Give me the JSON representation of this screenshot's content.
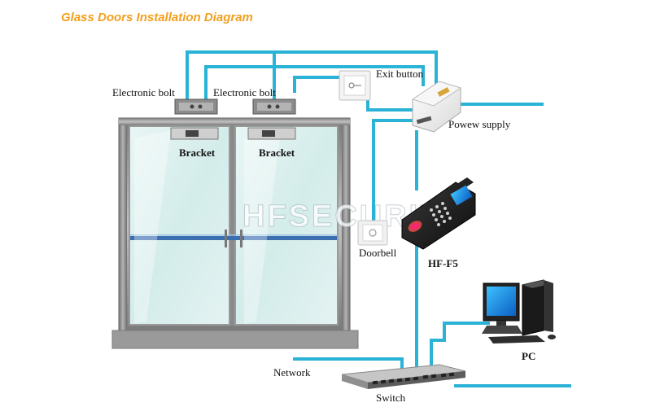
{
  "title": "Glass Doors Installation Diagram",
  "labels": {
    "electronic_bolt_left": "Electronic bolt",
    "electronic_bolt_right": "Electronic bolt",
    "bracket_left": "Bracket",
    "bracket_right": "Bracket",
    "exit_button": "Exit button",
    "power_supply": "Powew supply",
    "doorbell": "Doorbell",
    "device": "HF-F5",
    "pc": "PC",
    "network": "Network",
    "switch": "Switch"
  },
  "watermark": "HFSECURITY",
  "colors": {
    "wire": "#2ab3d6",
    "title": "#f2a01e",
    "frame": "#8c8c8c",
    "glass": "#dcefee",
    "handle_bar": "#3b6fb0"
  },
  "icons": {
    "exit_button": "exit-button-icon",
    "power_supply": "power-supply-icon",
    "doorbell": "doorbell-icon",
    "device": "fingerprint-terminal-icon",
    "pc": "desktop-pc-icon",
    "switch": "network-switch-icon",
    "bolt": "electronic-bolt-icon",
    "bracket": "bracket-icon"
  }
}
